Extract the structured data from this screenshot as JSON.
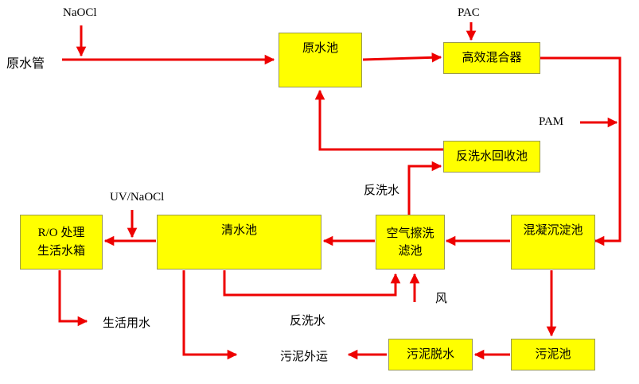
{
  "colors": {
    "arrow": "#ee0000",
    "box_fill": "#ffff00"
  },
  "nodes": {
    "raw_water_tank": "原水池",
    "high_efficiency_mixer": "高效混合器",
    "backwash_recovery_tank": "反洗水回收池",
    "coagulation_sedimentation_tank": "混凝沉淀池",
    "air_scour_filter_line1": "空气擦洗",
    "air_scour_filter_line2": "滤池",
    "clear_water_tank": "清水池",
    "ro_line1": "R/O 处理",
    "ro_line2": "生活水箱",
    "sludge_tank": "污泥池",
    "sludge_dewatering": "污泥脱水"
  },
  "labels": {
    "naocl": "NaOCl",
    "raw_water_pipe": "原水管",
    "pac": "PAC",
    "pam": "PAM",
    "backwash_water_top": "反洗水",
    "uv_naocl": "UV/NaOCl",
    "wind": "风",
    "domestic_water": "生活用水",
    "backwash_water_bottom": "反洗水",
    "sludge_export": "污泥外运"
  }
}
